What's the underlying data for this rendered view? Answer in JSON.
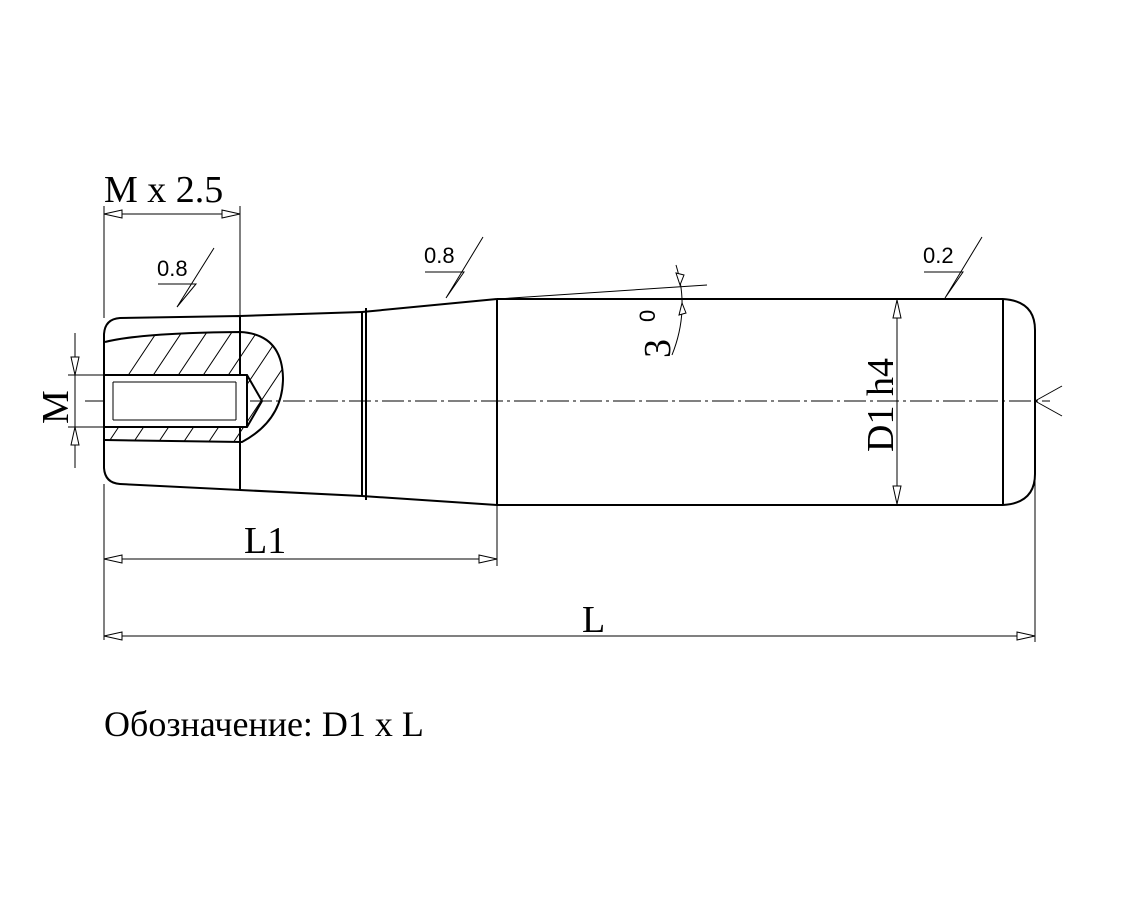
{
  "labels": {
    "thread_depth": "M x 2.5",
    "thread": "M",
    "shank_diameter": "D1 h4",
    "length_L1": "L1",
    "length_total": "L",
    "taper_angle_value": "3",
    "taper_angle_unit": "0"
  },
  "roughness": [
    {
      "value": "0.8"
    },
    {
      "value": "0.8"
    },
    {
      "value": "0.2"
    }
  ],
  "caption": "Обозначение: D1 x L"
}
